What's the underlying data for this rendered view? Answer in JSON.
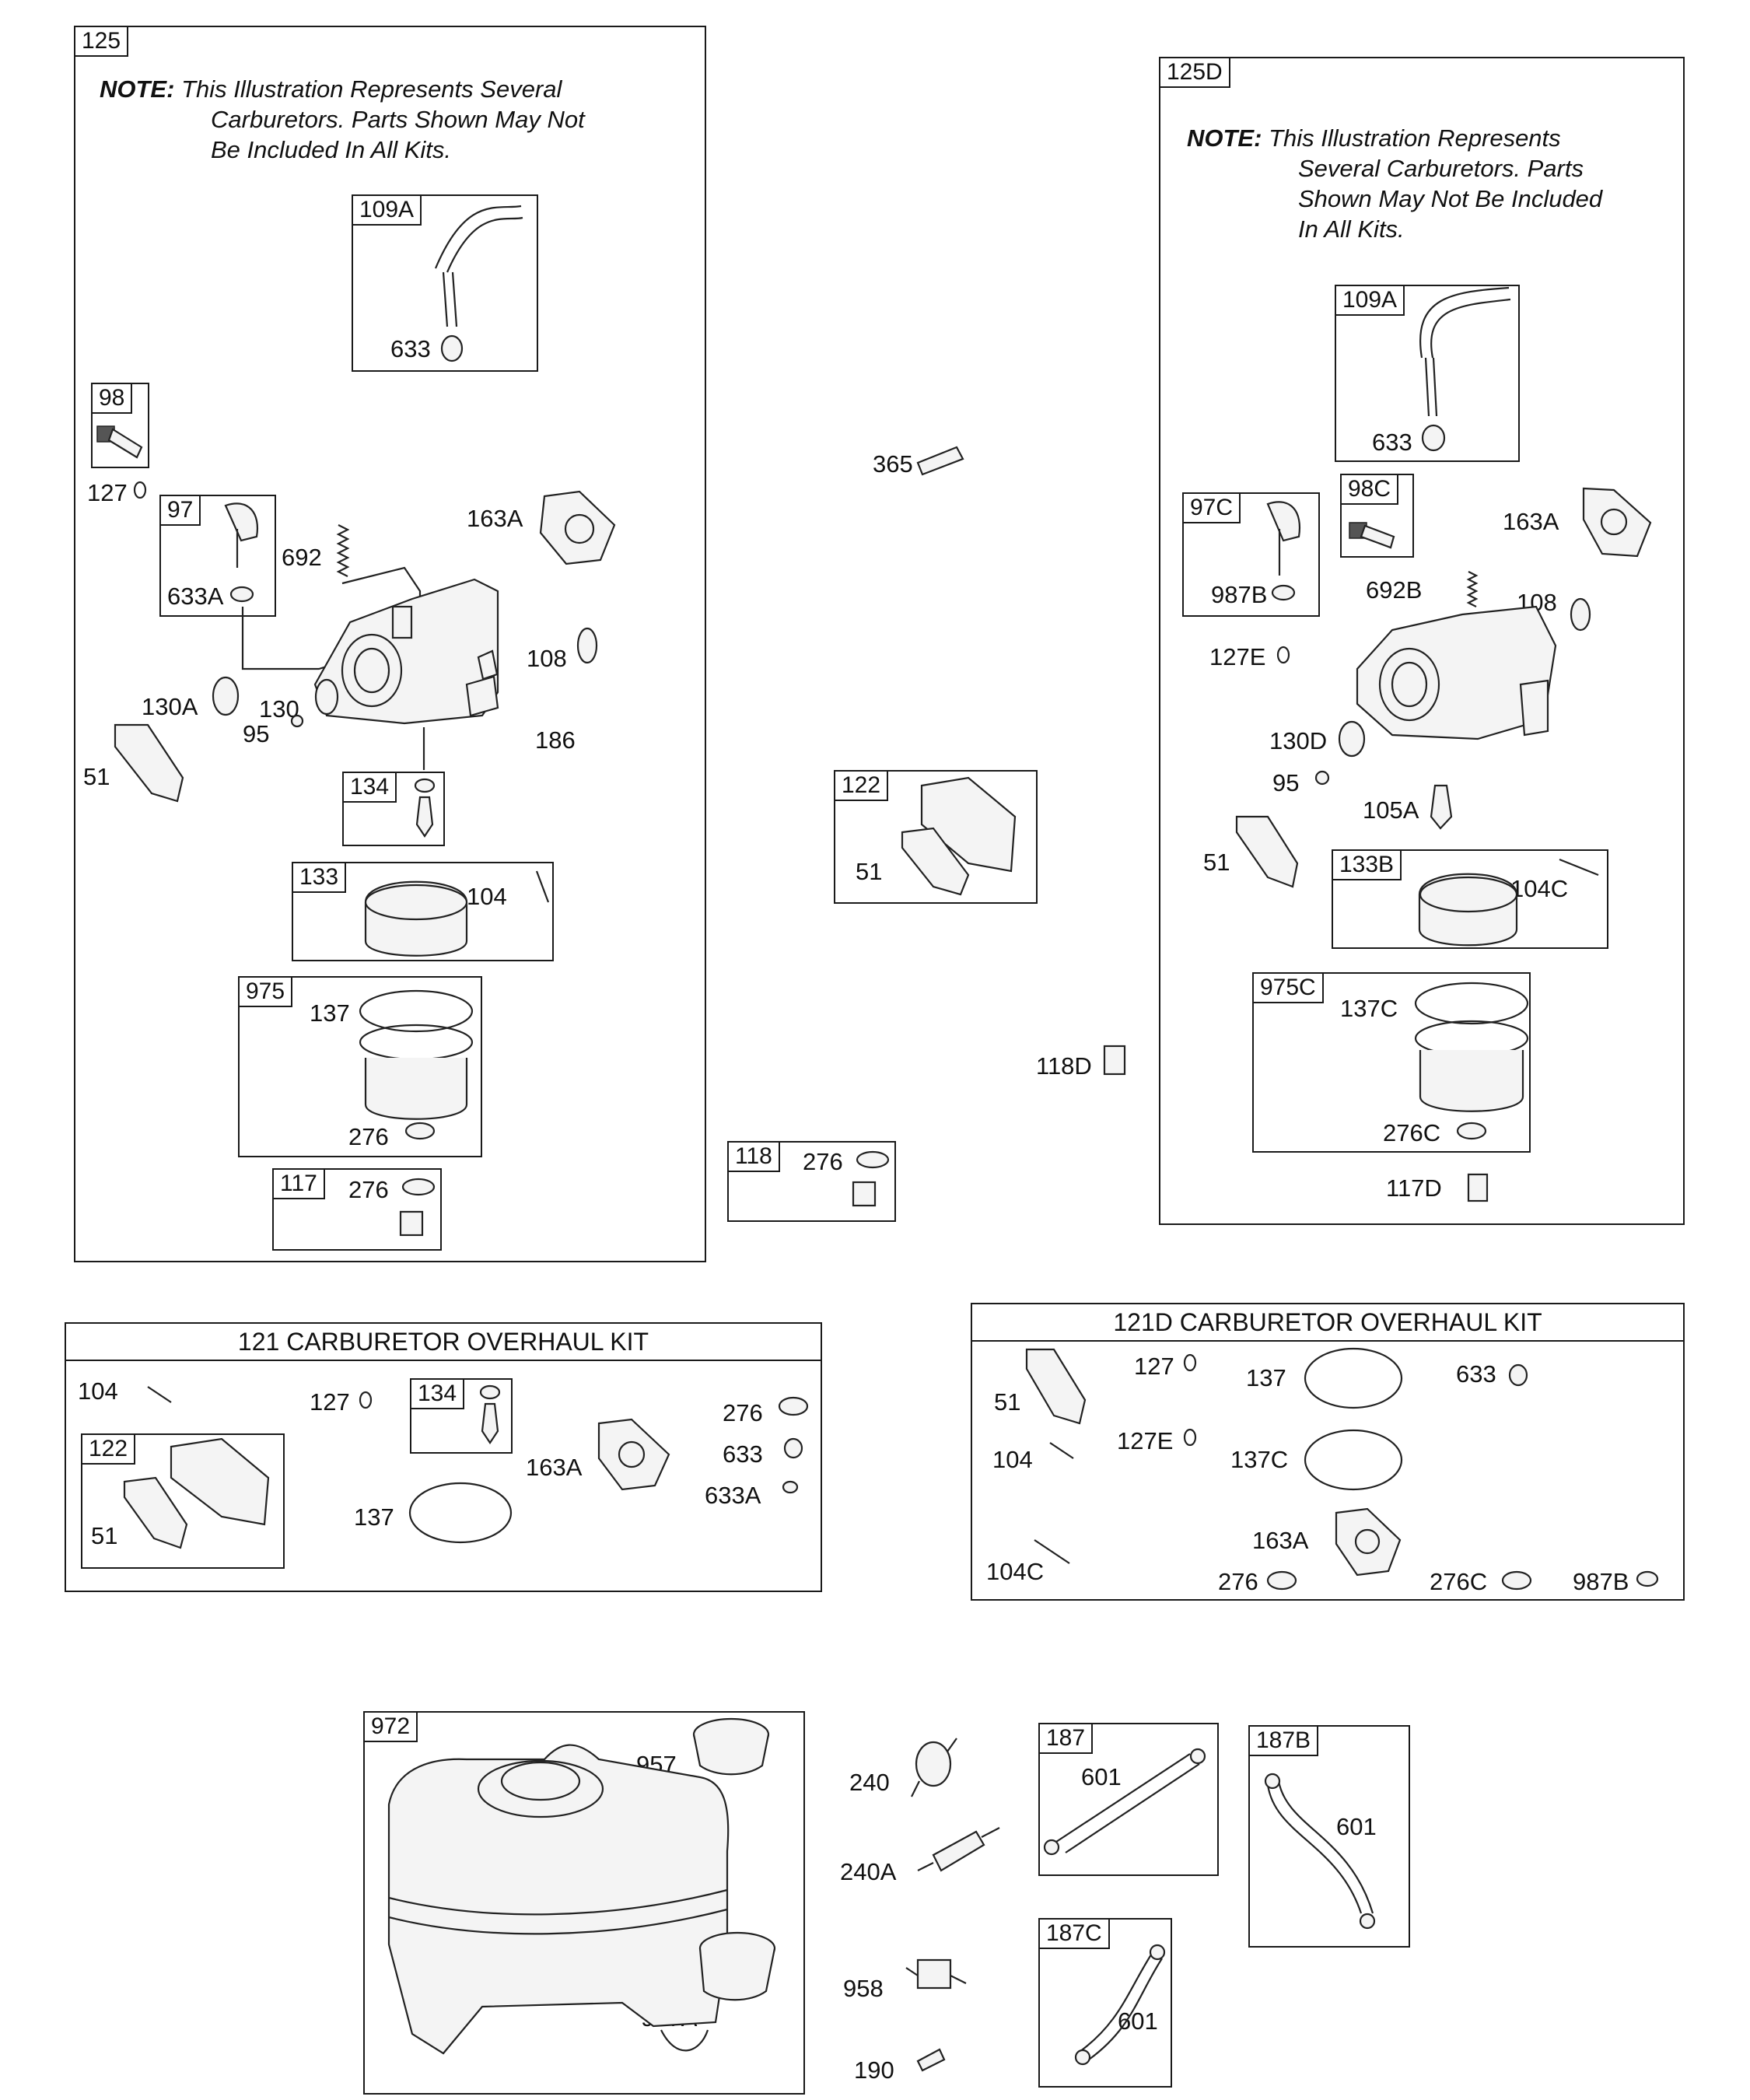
{
  "panel_125": {
    "tag": "125",
    "note_lead": "NOTE:",
    "note_line1": "This Illustration Represents Several",
    "note_line2": "Carburetors. Parts Shown May Not",
    "note_line3": "Be Included In All Kits.",
    "tags": [
      "109A",
      "98",
      "97",
      "134",
      "133",
      "975",
      "117"
    ],
    "labels": [
      "633",
      "127",
      "692",
      "633A",
      "163A",
      "108",
      "130A",
      "130",
      "95",
      "186",
      "51",
      "104",
      "137",
      "276",
      "276"
    ]
  },
  "panel_125d": {
    "tag": "125D",
    "note_lead": "NOTE:",
    "note_line1": "This Illustration Represents",
    "note_line2": "Several Carburetors. Parts",
    "note_line3": "Shown May Not Be Included",
    "note_line4": "In All Kits.",
    "tags": [
      "109A",
      "97C",
      "98C",
      "133B",
      "975C"
    ],
    "labels": [
      "633",
      "163A",
      "987B",
      "692B",
      "108",
      "127E",
      "130D",
      "95",
      "105A",
      "51",
      "104C",
      "137C",
      "276C",
      "117D"
    ]
  },
  "middle": {
    "labels": [
      "365",
      "51",
      "118D",
      "276"
    ],
    "tags": [
      "122",
      "118"
    ]
  },
  "kit_121": {
    "title": "121 CARBURETOR OVERHAUL KIT",
    "tags": [
      "134",
      "122"
    ],
    "labels": [
      "104",
      "127",
      "276",
      "633",
      "633A",
      "163A",
      "137",
      "51"
    ]
  },
  "kit_121d": {
    "title": "121D CARBURETOR OVERHAUL KIT",
    "labels": [
      "51",
      "127",
      "137",
      "633",
      "104",
      "127E",
      "137C",
      "104C",
      "163A",
      "276",
      "276C",
      "987B"
    ]
  },
  "fuel": {
    "tags": [
      "972",
      "187",
      "187B",
      "187C"
    ],
    "labels": [
      "957",
      "957A",
      "240",
      "240A",
      "958",
      "190",
      "601",
      "601",
      "601"
    ]
  }
}
